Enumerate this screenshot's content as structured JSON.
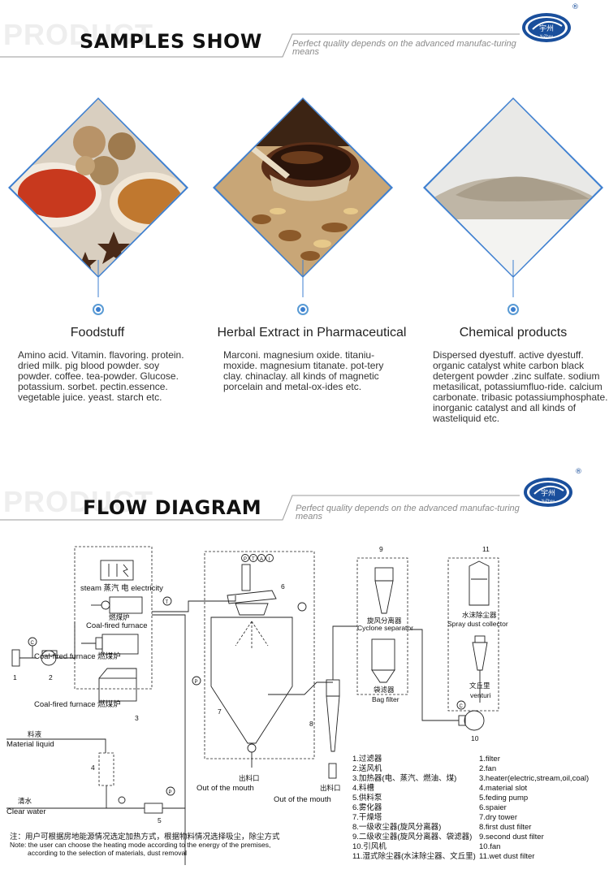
{
  "samples_section": {
    "watermark": "PRODUCT",
    "title": "SAMPLES SHOW",
    "tagline": "Perfect quality depends on the advanced manufac-turing means",
    "logo": {
      "chinese": "宇州",
      "pinyin": "YuZhou",
      "reg": "®"
    },
    "cards": [
      {
        "title": "Foodstuff",
        "description": "Amino acid. Vitamin. flavoring. protein. dried milk. pig blood powder. soy powder. coffee. tea-powder. Glucose. potassium. sorbet. pectin.essence. vegetable juice. yeast. starch etc."
      },
      {
        "title": "Herbal Extract in Pharmaceutical",
        "description": "Marconi. magnesium oxide. titaniu-moxide. magnesium titanate. pot-tery clay. chinaclay. all kinds of magnetic porcelain and metal-ox-ides etc."
      },
      {
        "title": "Chemical products",
        "description": "Dispersed dyestuff. active dyestuff. organic catalyst white carbon black detergent powder .zinc sulfate. sodium metasilicat, potassiumfluo-ride. calcium carbonate. tribasic potassiumphosphate. inorganic catalyst and all kinds of wasteliquid etc."
      }
    ]
  },
  "flow_section": {
    "watermark": "PRODUCT",
    "title": "FLOW DIAGRAM",
    "tagline": "Perfect quality depends on the advanced manufac-turing means",
    "logo": {
      "chinese": "宇州",
      "pinyin": "YuZhou",
      "reg": "®"
    }
  },
  "diagram": {
    "steam_label": "steam 蒸汽 电 electricity",
    "furnace1_cn": "燃煤炉",
    "furnace1_en": "Coal-fired furnace",
    "furnace2": "Coal-fired furnace 燃煤炉",
    "furnace3": "Coal-fired furnace 燃煤炉",
    "gauge_labels": [
      "P",
      "T",
      "A",
      "I"
    ],
    "material_cn": "料液",
    "material_en": "Material liquid",
    "water_cn": "清水",
    "water_en": "Clear water",
    "outlet1_cn": "出料口",
    "outlet1_en": "Out of the mouth",
    "outlet2_cn": "出料口",
    "outlet2_en": "Out of the mouth",
    "cyclone_cn": "旋风分离器",
    "cyclone_en": "Cyclone separator",
    "bag_cn": "袋滤器",
    "bag_en": "Bag filter",
    "spray_cn": "水沫除尘器",
    "spray_en": "Spray dust collector",
    "venturi_cn": "文丘里",
    "venturi_en": "venturi",
    "numbers": [
      "1",
      "2",
      "3",
      "4",
      "5",
      "6",
      "7",
      "8",
      "9",
      "10",
      "11"
    ],
    "legend_cn": [
      "1.过滤器",
      "2.送风机",
      "3.加热器(电、蒸汽、燃油、煤)",
      "4.料槽",
      "5.供料泵",
      "6.雾化器",
      "7.干燥塔",
      "8.一级收尘器(旋风分离器)",
      "9.二级收尘器(旋风分离器、袋滤器)",
      "10.引风机",
      "11.湿式除尘器(水沫除尘器、文丘里)"
    ],
    "legend_en": [
      "1.filter",
      "2.fan",
      "3.heater(electric,stream,oil,coal)",
      "4.material slot",
      "5.feding pump",
      "6.spaier",
      "7.dry tower",
      "8.first dust filter",
      "9.second dust filter",
      "10.fan",
      "11.wet dust filter"
    ],
    "note_cn": "注：用户可根据房地能源情况选定加热方式，根据物料情况选择吸尘，除尘方式",
    "note_en_1": "Note: the user can choose the heating mode according to the energy of the premises,",
    "note_en_2": "according to the selection of materials, dust removal"
  },
  "colors": {
    "accent_blue": "#2f74c9",
    "logo_blue": "#1a4f9c",
    "gray_line": "#9a9a9a"
  }
}
